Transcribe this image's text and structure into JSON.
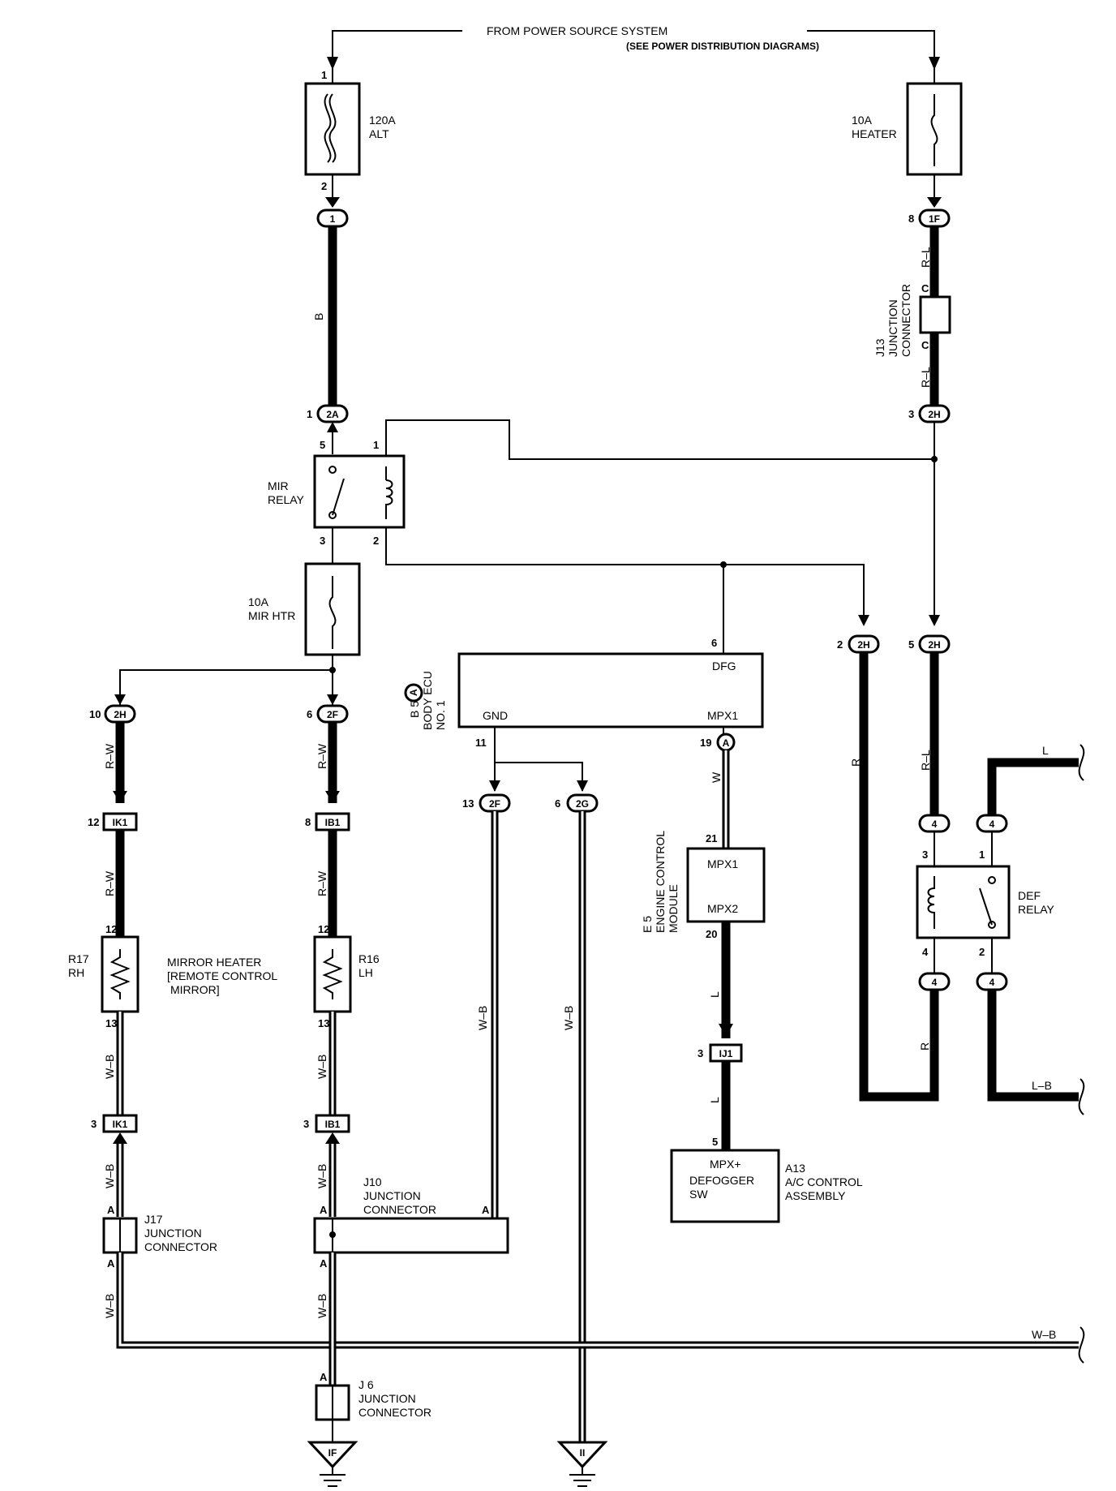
{
  "title": {
    "line1": "FROM POWER SOURCE SYSTEM",
    "line2": "(SEE POWER DISTRIBUTION DIAGRAMS)"
  },
  "fuses": {
    "alt": {
      "amp": "120A",
      "name": "ALT",
      "pin_top": "1",
      "pin_bottom": "2"
    },
    "heater": {
      "amp": "10A",
      "name": "HEATER"
    },
    "mir_htr": {
      "amp": "10A",
      "name": "MIR HTR"
    }
  },
  "connectors": {
    "c1": "1",
    "c1f": "1F",
    "c2a": "2A",
    "c2h_top": "2H",
    "c2h_left": "2H",
    "c2h_right": "2H",
    "c2h_mir": "2H",
    "c2f_mir": "2F",
    "c2f_ecu": "2F",
    "c2g": "2G",
    "ik1_top": "IK1",
    "ib1_top": "IB1",
    "ik1_bot": "IK1",
    "ib1_bot": "IB1",
    "ij1": "IJ1",
    "c4a": "4",
    "c4b": "4",
    "c4c": "4",
    "c4d": "4",
    "ecu_a": "A",
    "b5_a": "A",
    "ground_if": "IF",
    "ground_ii": "II"
  },
  "pins": {
    "p8": "8",
    "p1_2a": "1",
    "p3_2h": "3",
    "relay5": "5",
    "relay1": "1",
    "relay3": "3",
    "relay2": "2",
    "dfg_pin": "6",
    "gnd_pin": "11",
    "mpx1_pin": "19",
    "p10": "10",
    "p6": "6",
    "p2": "2",
    "p5": "5",
    "p13": "13",
    "p6b": "6",
    "p12a": "12",
    "p8b": "8",
    "p12b": "12",
    "p12c": "12",
    "p13a": "13",
    "p13b": "13",
    "p3a": "3",
    "p3b": "3",
    "p21": "21",
    "p20": "20",
    "p3c": "3",
    "p5b": "5",
    "def3": "3",
    "def1": "1",
    "def4": "4",
    "def2": "2"
  },
  "wires": {
    "b": "B",
    "rl1": "R–L",
    "rl2": "R–L",
    "rl3": "R–L",
    "rw1": "R–W",
    "rw2": "R–W",
    "rw3": "R–W",
    "rw4": "R–W",
    "wb1": "W–B",
    "wb2": "W–B",
    "wb3": "W–B",
    "wb4": "W–B",
    "wb5": "W–B",
    "wb6": "W–B",
    "wb7": "W–B",
    "wb8": "W–B",
    "wb9": "W–B",
    "w": "W",
    "r1": "R",
    "r2": "R",
    "l1": "L",
    "l2": "L",
    "l3": "L",
    "lb": "L–B"
  },
  "junctions": {
    "j13": {
      "id": "J13",
      "line1": "JUNCTION",
      "line2": "CONNECTOR",
      "pin": "C"
    },
    "j17": {
      "id": "J17",
      "line1": "JUNCTION",
      "line2": "CONNECTOR",
      "pin": "A"
    },
    "j10": {
      "id": "J10",
      "line1": "JUNCTION",
      "line2": "CONNECTOR",
      "pin": "A"
    },
    "j6": {
      "id": "J 6",
      "line1": "JUNCTION",
      "line2": "CONNECTOR",
      "pin": "A"
    }
  },
  "relays": {
    "mir": {
      "line1": "MIR",
      "line2": "RELAY"
    },
    "def": {
      "line1": "DEF",
      "line2": "RELAY"
    }
  },
  "ecu": {
    "code": "B 5",
    "name1": "BODY ECU",
    "name2": "NO. 1",
    "dfg": "DFG",
    "gnd": "GND",
    "mpx1": "MPX1"
  },
  "ecm": {
    "code": "E 5",
    "name1": "ENGINE CONTROL",
    "name2": "MODULE",
    "mpx1": "MPX1",
    "mpx2": "MPX2"
  },
  "ac": {
    "mpx": "MPX+",
    "line1": "DEFOGGER",
    "line2": "SW",
    "code": "A13",
    "name1": "A/C CONTROL",
    "name2": "ASSEMBLY"
  },
  "heaters": {
    "r17": {
      "id": "R17",
      "side": "RH"
    },
    "r16": {
      "id": "R16",
      "side": "LH"
    },
    "title1": "MIRROR HEATER",
    "title2": "[REMOTE CONTROL",
    "title3": "MIRROR]"
  }
}
